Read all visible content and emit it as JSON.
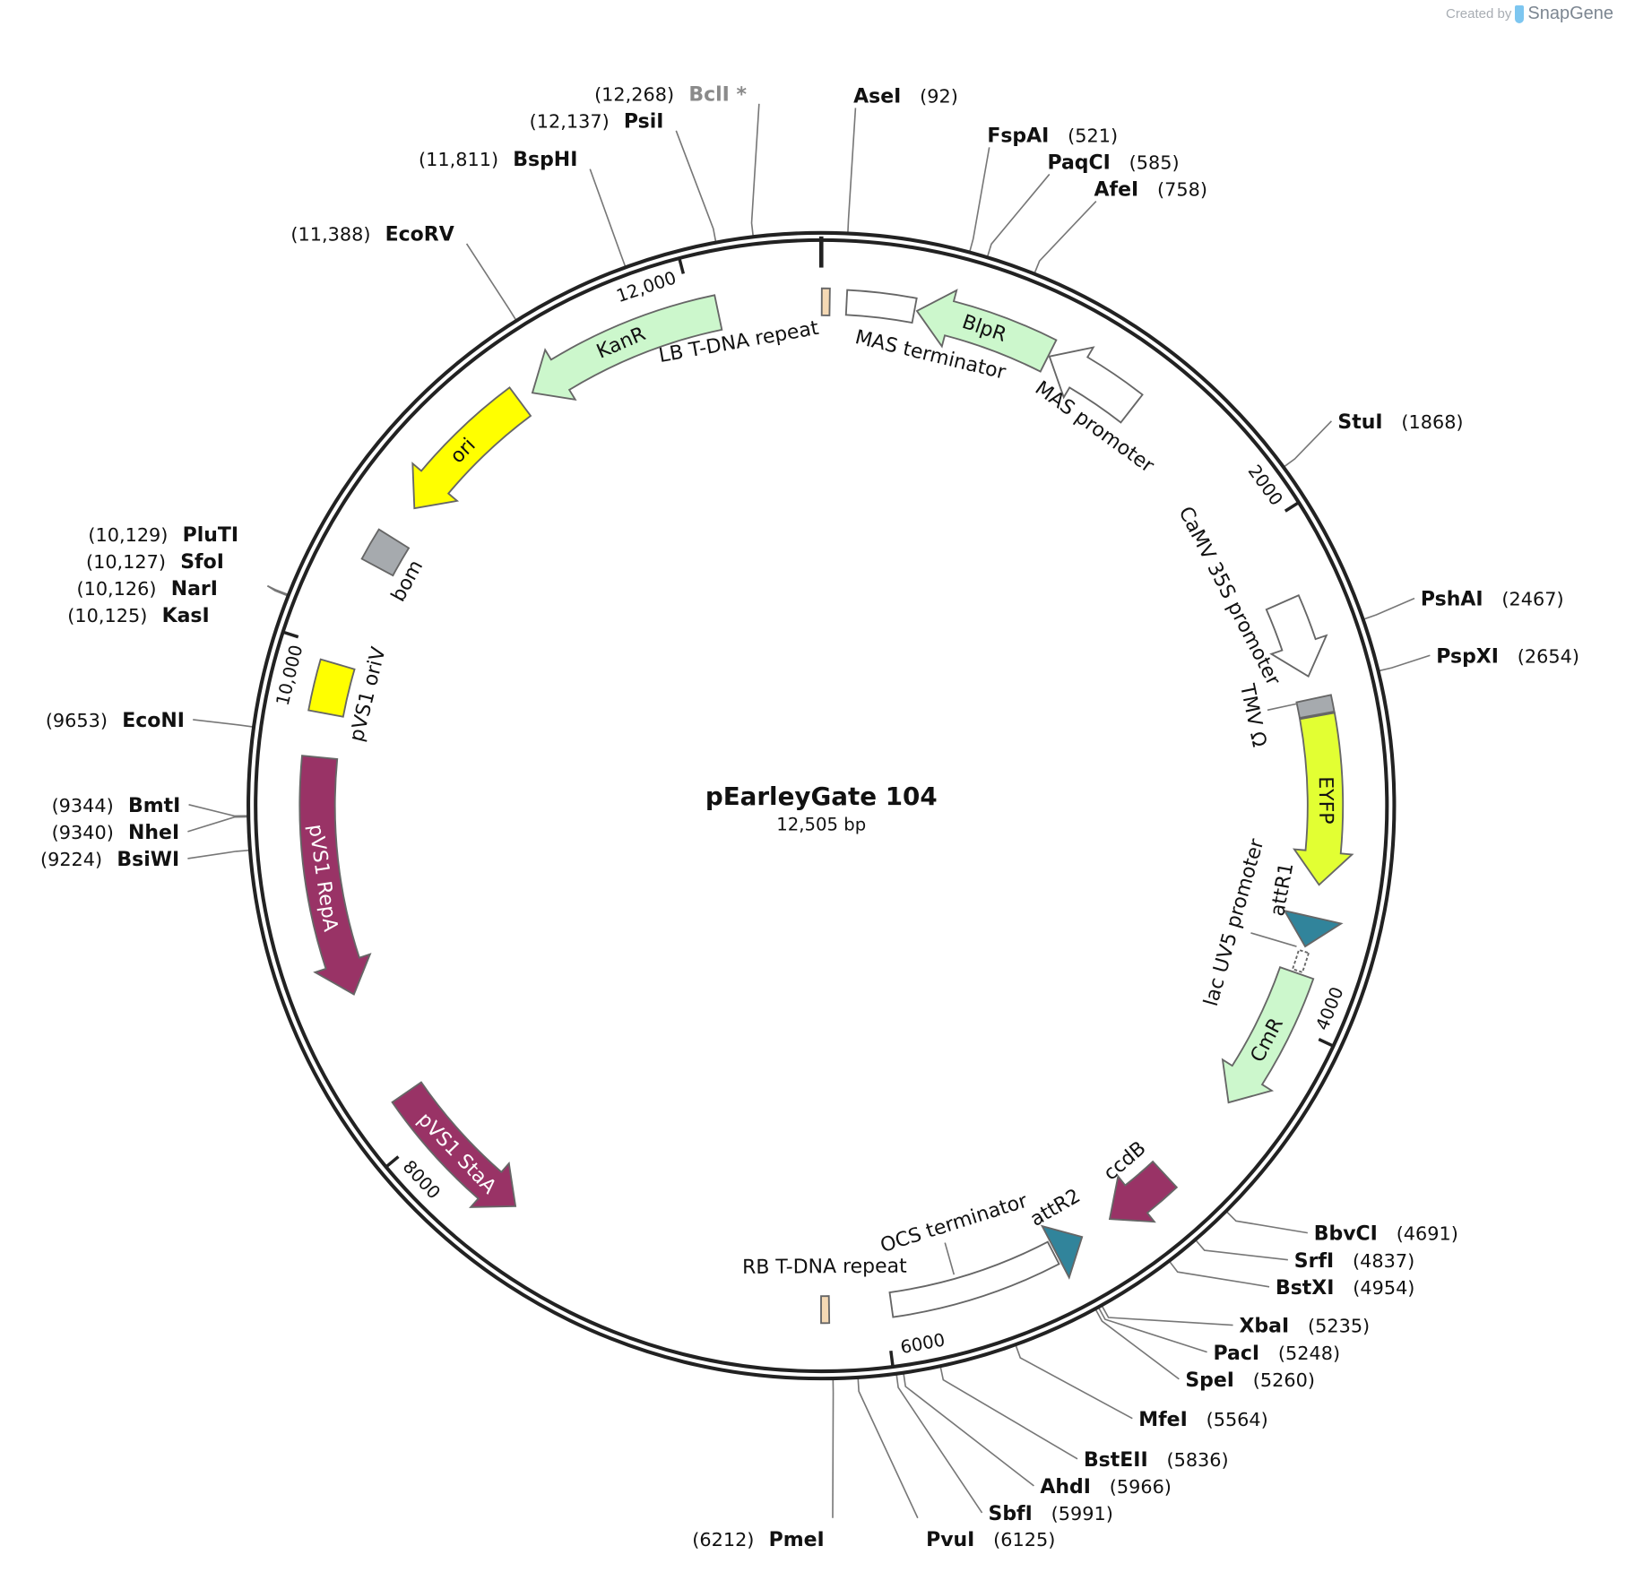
{
  "credit": {
    "prefix": "Created by",
    "brand": "SnapGene"
  },
  "plasmid": {
    "name": "pEarleyGate 104",
    "length_label": "12,505 bp",
    "length": 12505
  },
  "ticks": [
    {
      "pos": 2000,
      "label": "2000"
    },
    {
      "pos": 4000,
      "label": "4000"
    },
    {
      "pos": 6000,
      "label": "6000"
    },
    {
      "pos": 8000,
      "label": "8000"
    },
    {
      "pos": 10000,
      "label": "10,000"
    },
    {
      "pos": 12000,
      "label": "12,000"
    }
  ],
  "features": [
    {
      "name": "LB T-DNA repeat",
      "start": 5,
      "end": 30,
      "direction": 0,
      "color": "#f5d9b4",
      "label_inside": false
    },
    {
      "name": "MAS terminator",
      "start": 100,
      "end": 370,
      "direction": 0,
      "color": "#ffffff",
      "label_inside": false
    },
    {
      "name": "BlpR",
      "start": 380,
      "end": 930,
      "direction": -1,
      "color": "#ccf7cc",
      "label_inside": true
    },
    {
      "name": "MAS promoter",
      "start": 935,
      "end": 1320,
      "direction": -1,
      "color": "#ffffff",
      "label_inside": false
    },
    {
      "name": "CaMV 35S promoter",
      "start": 2300,
      "end": 2610,
      "direction": 1,
      "color": "#ffffff",
      "label_inside": false
    },
    {
      "name": "TMV Ω",
      "start": 2700,
      "end": 2765,
      "direction": 0,
      "color": "#a6aaae",
      "label_inside": false
    },
    {
      "name": "EYFP",
      "start": 2770,
      "end": 3440,
      "direction": 1,
      "color": "#e2ff33",
      "label_inside": true
    },
    {
      "name": "attR1",
      "start": 3570,
      "end": 3690,
      "direction": 1,
      "color": "#31849b",
      "label_inside": false
    },
    {
      "name": "lac UV5 promoter",
      "start": 3710,
      "end": 3790,
      "direction": 0,
      "color": "#ffffff",
      "label_inside": false
    },
    {
      "name": "CmR",
      "start": 3800,
      "end": 4380,
      "direction": 1,
      "color": "#ccf7cc",
      "label_inside": true
    },
    {
      "name": "ccdB",
      "start": 4760,
      "end": 5040,
      "direction": 1,
      "color": "#993366",
      "label_inside": false
    },
    {
      "name": "attR2",
      "start": 5170,
      "end": 5290,
      "direction": -1,
      "color": "#31849b",
      "label_inside": false
    },
    {
      "name": "OCS terminator",
      "start": 5300,
      "end": 5975,
      "direction": 0,
      "color": "#ffffff",
      "label_inside": false
    },
    {
      "name": "RB T-DNA repeat",
      "start": 6225,
      "end": 6250,
      "direction": 0,
      "color": "#f5d9b4",
      "label_inside": false
    },
    {
      "name": "pVS1 StaA",
      "start": 7550,
      "end": 8175,
      "direction": -1,
      "color": "#993366",
      "label_inside": true
    },
    {
      "name": "pVS1 RepA",
      "start": 8615,
      "end": 9570,
      "direction": -1,
      "color": "#993366",
      "label_inside": true
    },
    {
      "name": "pVS1 oriV",
      "start": 9745,
      "end": 9945,
      "direction": 0,
      "color": "#ffff00",
      "label_inside": false
    },
    {
      "name": "bom",
      "start": 10360,
      "end": 10490,
      "direction": 0,
      "color": "#a6aaae",
      "label_inside": false
    },
    {
      "name": "ori",
      "start": 10635,
      "end": 11230,
      "direction": -1,
      "color": "#ffff00",
      "label_inside": true
    },
    {
      "name": "KanR",
      "start": 11290,
      "end": 12095,
      "direction": -1,
      "color": "#ccf7cc",
      "label_inside": true
    }
  ],
  "sites": [
    {
      "name": "AseI",
      "pos": 92,
      "pos_label": "(92)"
    },
    {
      "name": "FspAI",
      "pos": 521,
      "pos_label": "(521)"
    },
    {
      "name": "PaqCI",
      "pos": 585,
      "pos_label": "(585)"
    },
    {
      "name": "AfeI",
      "pos": 758,
      "pos_label": "(758)"
    },
    {
      "name": "StuI",
      "pos": 1868,
      "pos_label": "(1868)"
    },
    {
      "name": "PshAI",
      "pos": 2467,
      "pos_label": "(2467)"
    },
    {
      "name": "PspXI",
      "pos": 2654,
      "pos_label": "(2654)"
    },
    {
      "name": "BbvCI",
      "pos": 4691,
      "pos_label": "(4691)"
    },
    {
      "name": "SrfI",
      "pos": 4837,
      "pos_label": "(4837)"
    },
    {
      "name": "BstXI",
      "pos": 4954,
      "pos_label": "(4954)"
    },
    {
      "name": "XbaI",
      "pos": 5235,
      "pos_label": "(5235)"
    },
    {
      "name": "PacI",
      "pos": 5248,
      "pos_label": "(5248)"
    },
    {
      "name": "SpeI",
      "pos": 5260,
      "pos_label": "(5260)"
    },
    {
      "name": "MfeI",
      "pos": 5564,
      "pos_label": "(5564)"
    },
    {
      "name": "BstEII",
      "pos": 5836,
      "pos_label": "(5836)"
    },
    {
      "name": "AhdI",
      "pos": 5966,
      "pos_label": "(5966)"
    },
    {
      "name": "SbfI",
      "pos": 5991,
      "pos_label": "(5991)"
    },
    {
      "name": "PvuI",
      "pos": 6125,
      "pos_label": "(6125)"
    },
    {
      "name": "PmeI",
      "pos": 6212,
      "pos_label": "(6212)"
    },
    {
      "name": "BsiWI",
      "pos": 9224,
      "pos_label": "(9224)"
    },
    {
      "name": "NheI",
      "pos": 9340,
      "pos_label": "(9340)"
    },
    {
      "name": "BmtI",
      "pos": 9344,
      "pos_label": "(9344)"
    },
    {
      "name": "EcoNI",
      "pos": 9653,
      "pos_label": "(9653)"
    },
    {
      "name": "KasI",
      "pos": 10125,
      "pos_label": "(10,125)"
    },
    {
      "name": "NarI",
      "pos": 10126,
      "pos_label": "(10,126)"
    },
    {
      "name": "SfoI",
      "pos": 10127,
      "pos_label": "(10,127)"
    },
    {
      "name": "PluTI",
      "pos": 10129,
      "pos_label": "(10,129)"
    },
    {
      "name": "EcoRV",
      "pos": 11388,
      "pos_label": "(11,388)"
    },
    {
      "name": "BspHI",
      "pos": 11811,
      "pos_label": "(11,811)"
    },
    {
      "name": "PsiI",
      "pos": 12137,
      "pos_label": "(12,137)"
    },
    {
      "name": "BclI *",
      "pos": 12268,
      "pos_label": "(12,268)",
      "methylation_blocked": true
    }
  ],
  "colors": {
    "backbone": "#222222",
    "leader": "#777777",
    "blocked_site": "#8a8a8a",
    "outline": "#666666"
  }
}
